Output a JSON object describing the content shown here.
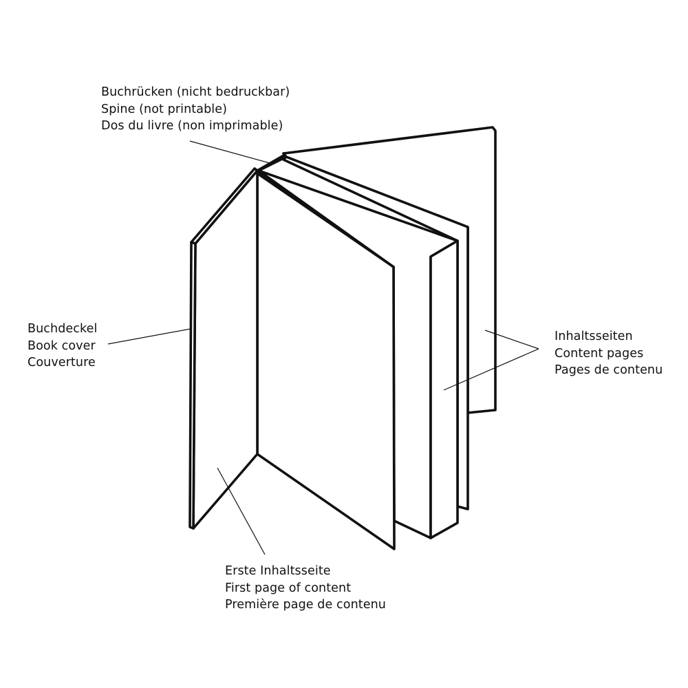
{
  "labels": {
    "spine": {
      "de": "Buchrücken (nicht bedruckbar)",
      "en": "Spine (not printable)",
      "fr": "Dos du livre (non imprimable)"
    },
    "cover": {
      "de": "Buchdeckel",
      "en": "Book cover",
      "fr": "Couverture"
    },
    "content_pages": {
      "de": "Inhaltsseiten",
      "en": "Content pages",
      "fr": "Pages de contenu"
    },
    "first_page": {
      "de": "Erste Inhaltsseite",
      "en": "First page of content",
      "fr": "Première page de contenu"
    }
  },
  "colors": {
    "line": "#111111",
    "background": "#ffffff"
  }
}
